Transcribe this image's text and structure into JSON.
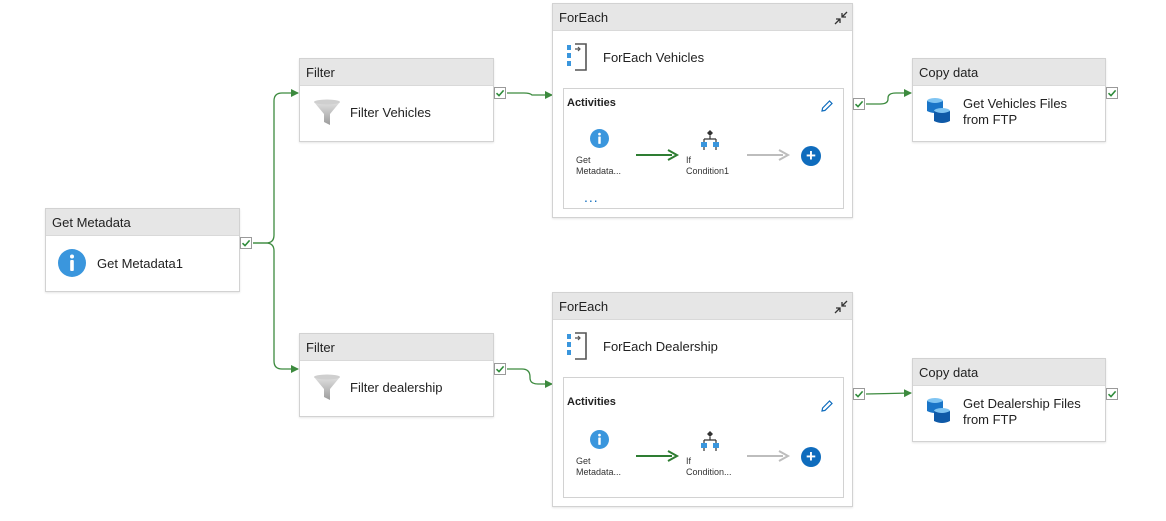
{
  "nodes": {
    "get_metadata": {
      "type_label": "Get Metadata",
      "name": "Get Metadata1"
    },
    "filter_vehicles": {
      "type_label": "Filter",
      "name": "Filter Vehicles"
    },
    "filter_dealership": {
      "type_label": "Filter",
      "name": "Filter dealership"
    },
    "foreach_vehicles": {
      "type_label": "ForEach",
      "name": "ForEach Vehicles",
      "activities_label": "Activities",
      "act1_line1": "Get",
      "act1_line2": "Metadata...",
      "act2_line1": "If",
      "act2_line2": "Condition1",
      "more": "..."
    },
    "foreach_dealership": {
      "type_label": "ForEach",
      "name": "ForEach Dealership",
      "activities_label": "Activities",
      "act1_line1": "Get",
      "act1_line2": "Metadata...",
      "act2_line1": "If",
      "act2_line2": "Condition..."
    },
    "copy_vehicles": {
      "type_label": "Copy data",
      "name_line1": "Get Vehicles Files",
      "name_line2": "from FTP"
    },
    "copy_dealership": {
      "type_label": "Copy data",
      "name_line1": "Get Dealership Files",
      "name_line2": "from FTP"
    }
  },
  "colors": {
    "success_green": "#2e8b3a",
    "header_gray": "#e6e6e6",
    "info_blue": "#3a96dd",
    "accent_blue": "#0f6cbd"
  },
  "icons": {
    "get_metadata": "info-icon",
    "filter": "funnel-icon",
    "foreach": "foreach-icon",
    "if_condition": "if-condition-icon",
    "copy_data": "database-copy-icon",
    "edit": "pencil-icon",
    "expand": "collapse-arrows-icon",
    "add": "plus-icon",
    "success": "checkmark-icon"
  }
}
